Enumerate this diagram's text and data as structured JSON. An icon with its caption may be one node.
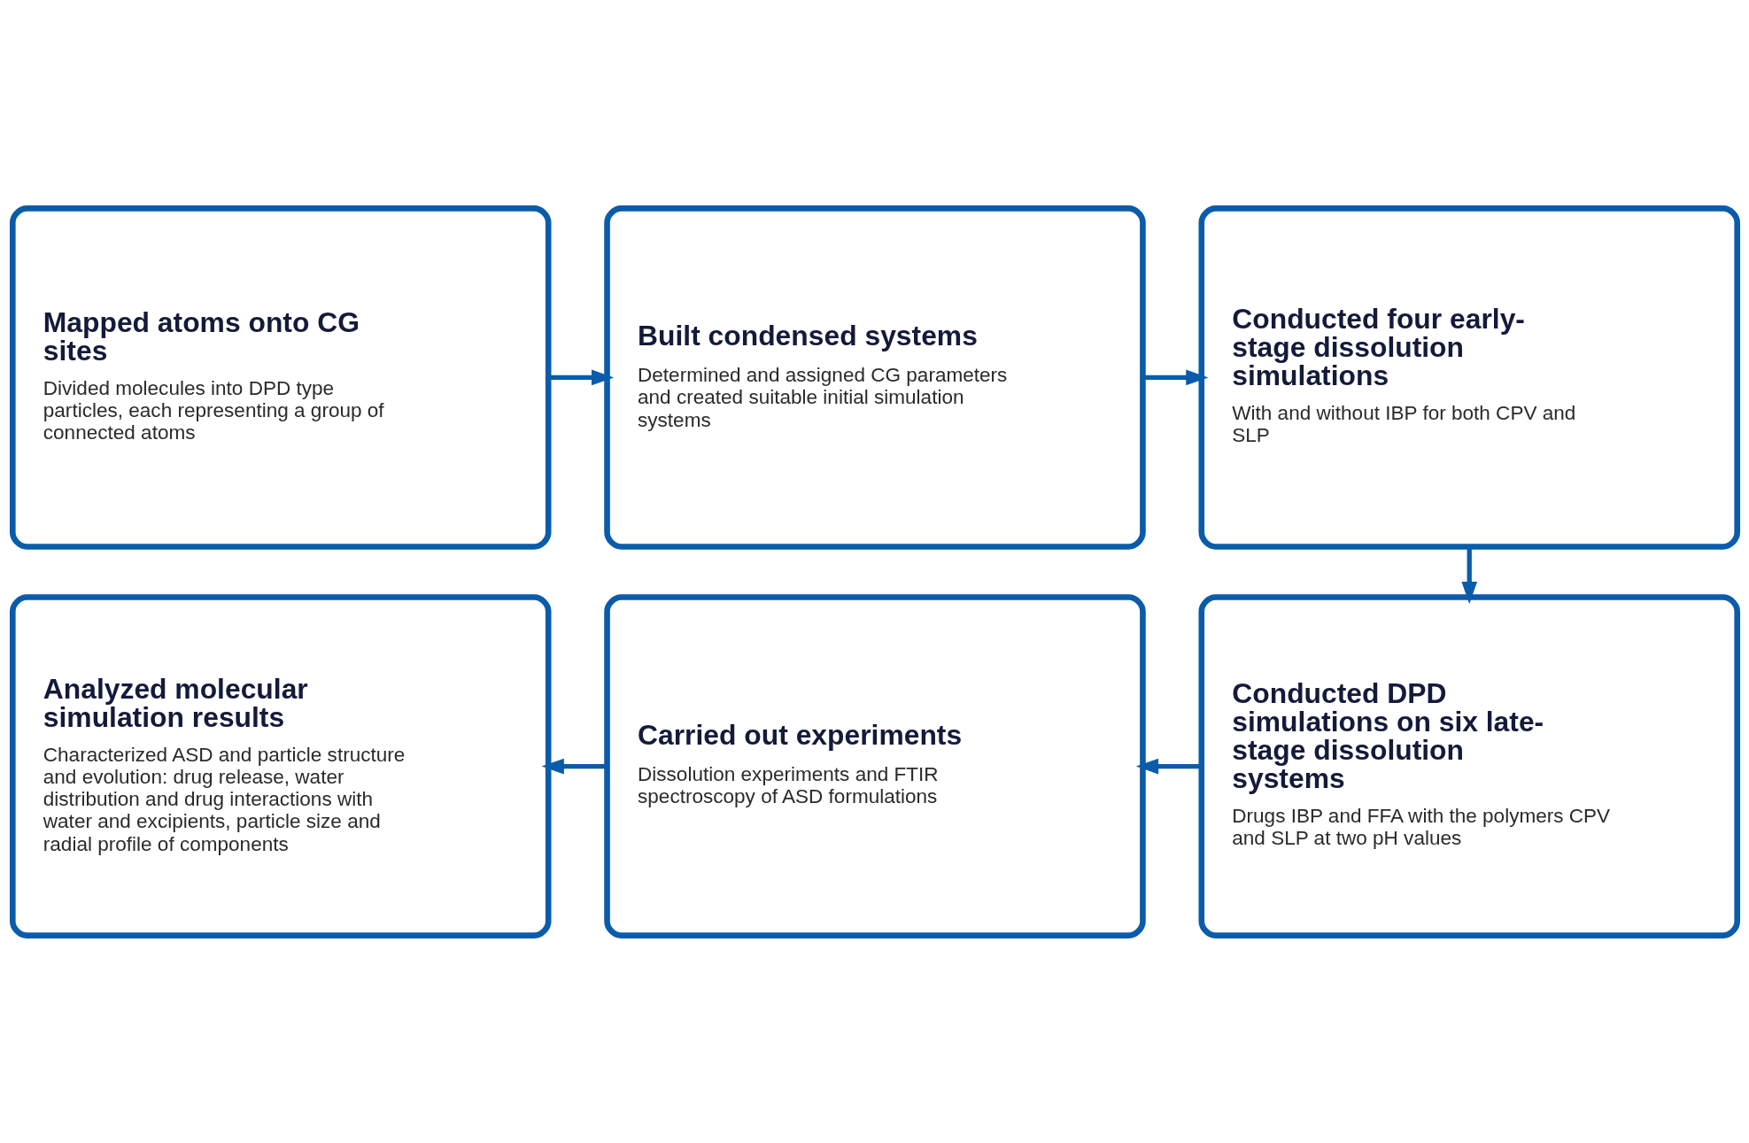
{
  "diagram": {
    "nodes": [
      {
        "text": [
          "Mapped atoms onto CG sites",
          "Divided molecules into DPD type particles, each representing a group of connected atoms"
        ]
      },
      {
        "text": [
          "Built condensed systems",
          "Determined and assigned CG parameters and created suitable initial simulation systems"
        ]
      },
      {
        "text": [
          "Conducted four early-stage dissolution simulations",
          "With and without IBP for both CPV and SLP"
        ]
      },
      {
        "text": [
          "Analyzed molecular simulation results",
          "Characterized ASD and particle structure and evolution: drug release, water distribution and drug interactions with water and excipients, particle size and radial profile of components"
        ]
      },
      {
        "text": [
          "Carried out experiments",
          "Dissolution experiments and FTIR spectroscopy of ASD formulations"
        ]
      },
      {
        "text": [
          "Conducted DPD simulations on six late-stage dissolution systems",
          "Drugs IBP and FFA with the polymers CPV and SLP at two pH values"
        ]
      }
    ],
    "edges": [
      {
        "from": 0,
        "to": 1,
        "arrow": "to"
      },
      {
        "from": 1,
        "to": 2,
        "arrow": "to"
      },
      {
        "from": 2,
        "to": 5,
        "arrow": "to"
      },
      {
        "from": 5,
        "to": 4,
        "arrow": "to"
      },
      {
        "from": 4,
        "to": 3,
        "arrow": "to"
      }
    ]
  }
}
